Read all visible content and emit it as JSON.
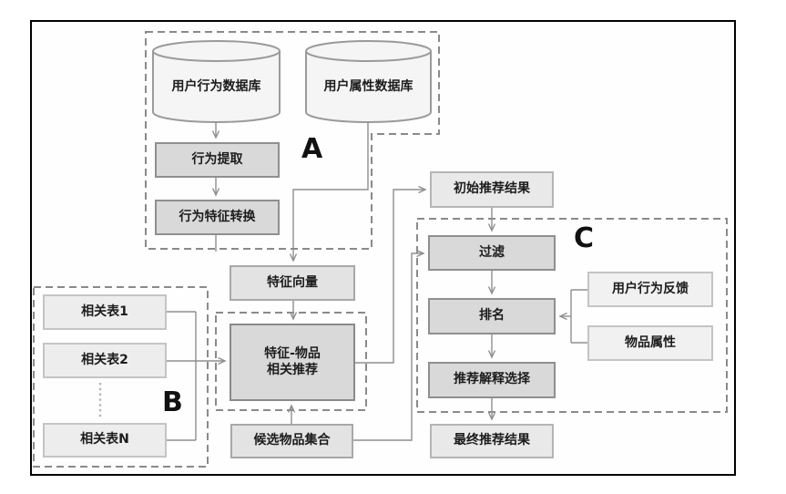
{
  "diagram": {
    "sections": {
      "a": "A",
      "b": "B",
      "c": "C"
    },
    "nodes": {
      "user_behavior_db": "用户行为数据库",
      "user_attr_db": "用户属性数据库",
      "behavior_extract": "行为提取",
      "behavior_feature_convert": "行为特征转换",
      "feature_vector": "特征向量",
      "feature_item_rec": "特征-物品\n相关推荐",
      "related_table_1": "相关表1",
      "related_table_2": "相关表2",
      "related_table_n": "相关表N",
      "initial_result": "初始推荐结果",
      "filter": "过滤",
      "ranking": "排名",
      "explanation_select": "推荐解释选择",
      "final_result": "最终推荐结果",
      "user_feedback": "用户行为反馈",
      "item_attributes": "物品属性",
      "candidate_set": "候选物品集合"
    },
    "edges": [
      {
        "from": "user_behavior_db",
        "to": "behavior_extract"
      },
      {
        "from": "behavior_extract",
        "to": "behavior_feature_convert"
      },
      {
        "from": "behavior_feature_convert",
        "to": "section_a_boundary"
      },
      {
        "from": "user_attr_db",
        "to": "feature_vector"
      },
      {
        "from": "feature_vector",
        "to": "feature_item_rec"
      },
      {
        "from": "related_table_1",
        "to": "feature_item_rec"
      },
      {
        "from": "related_table_2",
        "to": "feature_item_rec"
      },
      {
        "from": "related_table_n",
        "to": "feature_item_rec"
      },
      {
        "from": "feature_item_rec",
        "to": "initial_result"
      },
      {
        "from": "initial_result",
        "to": "filter"
      },
      {
        "from": "filter",
        "to": "ranking"
      },
      {
        "from": "ranking",
        "to": "explanation_select"
      },
      {
        "from": "explanation_select",
        "to": "final_result"
      },
      {
        "from": "candidate_set",
        "to": "feature_item_rec"
      },
      {
        "from": "candidate_set",
        "to": "filter"
      },
      {
        "from": "user_feedback",
        "to": "ranking"
      },
      {
        "from": "item_attributes",
        "to": "ranking"
      }
    ],
    "colors": {
      "frame_border": "#000000",
      "process_fill": "#d9d9d9",
      "light_fill": "#e9e9e9",
      "dashed_outline": "#8a8a8a",
      "connector": "#8f8f8f"
    }
  }
}
